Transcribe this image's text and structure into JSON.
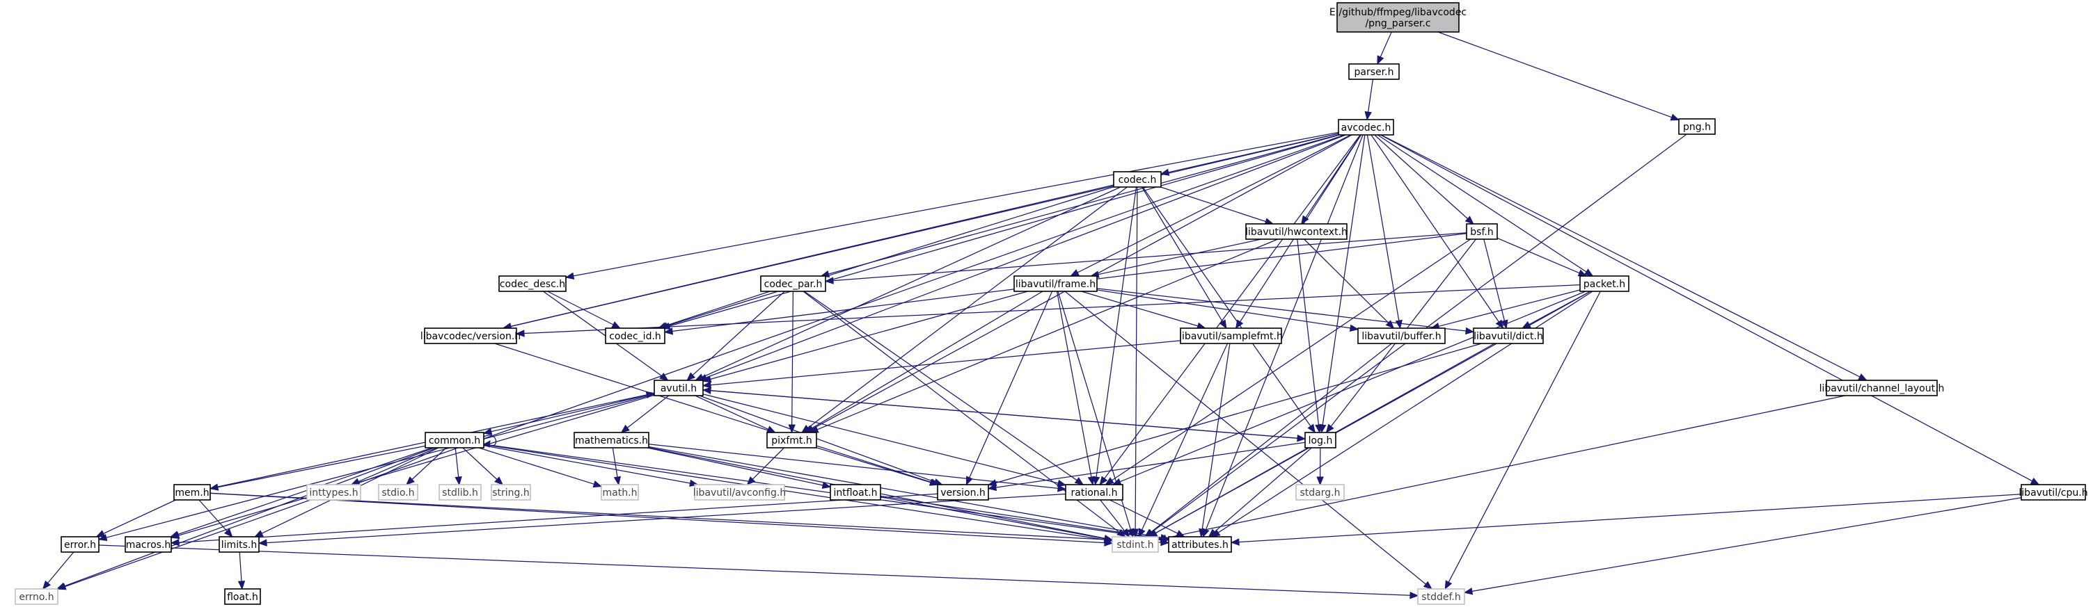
{
  "graph": {
    "title": "",
    "colors": {
      "edge": "#191970",
      "root_fill": "#bfbfbf",
      "node_fill": "#ffffff",
      "node_border": "#000000",
      "system_border": "#bfbfbf"
    },
    "nodes": {
      "root": {
        "lines": [
          "E:/github/ffmpeg/libavcodec",
          "/png_parser.c"
        ],
        "kind": "root"
      },
      "parser": {
        "lines": [
          "parser.h"
        ]
      },
      "png": {
        "lines": [
          "png.h"
        ]
      },
      "avcodec": {
        "lines": [
          "avcodec.h"
        ]
      },
      "codec": {
        "lines": [
          "codec.h"
        ]
      },
      "hwcontext": {
        "lines": [
          "libavutil/hwcontext.h"
        ]
      },
      "bsf": {
        "lines": [
          "bsf.h"
        ]
      },
      "codec_desc": {
        "lines": [
          "codec_desc.h"
        ]
      },
      "codec_par": {
        "lines": [
          "codec_par.h"
        ]
      },
      "frame": {
        "lines": [
          "libavutil/frame.h"
        ]
      },
      "packet": {
        "lines": [
          "packet.h"
        ]
      },
      "lavc_version": {
        "lines": [
          "libavcodec/version.h"
        ]
      },
      "codec_id": {
        "lines": [
          "codec_id.h"
        ]
      },
      "samplefmt": {
        "lines": [
          "libavutil/samplefmt.h"
        ]
      },
      "buffer": {
        "lines": [
          "libavutil/buffer.h"
        ]
      },
      "dict": {
        "lines": [
          "libavutil/dict.h"
        ]
      },
      "channel_layout": {
        "lines": [
          "libavutil/channel_layout.h"
        ]
      },
      "avutil": {
        "lines": [
          "avutil.h"
        ]
      },
      "common": {
        "lines": [
          "common.h"
        ]
      },
      "mathematics": {
        "lines": [
          "mathematics.h"
        ]
      },
      "pixfmt": {
        "lines": [
          "pixfmt.h"
        ]
      },
      "log": {
        "lines": [
          "log.h"
        ]
      },
      "mem": {
        "lines": [
          "mem.h"
        ]
      },
      "inttypes": {
        "lines": [
          "inttypes.h"
        ],
        "kind": "sys"
      },
      "stdio": {
        "lines": [
          "stdio.h"
        ],
        "kind": "sys"
      },
      "stdlib": {
        "lines": [
          "stdlib.h"
        ],
        "kind": "sys"
      },
      "string": {
        "lines": [
          "string.h"
        ],
        "kind": "sys"
      },
      "math": {
        "lines": [
          "math.h"
        ],
        "kind": "sys"
      },
      "avconfig": {
        "lines": [
          "libavutil/avconfig.h"
        ],
        "kind": "sys"
      },
      "intfloat": {
        "lines": [
          "intfloat.h"
        ]
      },
      "version": {
        "lines": [
          "version.h"
        ]
      },
      "rational": {
        "lines": [
          "rational.h"
        ]
      },
      "stdarg": {
        "lines": [
          "stdarg.h"
        ],
        "kind": "sys"
      },
      "cpu": {
        "lines": [
          "libavutil/cpu.h"
        ]
      },
      "error": {
        "lines": [
          "error.h"
        ]
      },
      "macros": {
        "lines": [
          "macros.h"
        ]
      },
      "limits": {
        "lines": [
          "limits.h"
        ]
      },
      "stdint": {
        "lines": [
          "stdint.h"
        ],
        "kind": "sys"
      },
      "attributes": {
        "lines": [
          "attributes.h"
        ]
      },
      "errno": {
        "lines": [
          "errno.h"
        ],
        "kind": "sys"
      },
      "float": {
        "lines": [
          "float.h"
        ]
      },
      "stddef": {
        "lines": [
          "stddef.h"
        ],
        "kind": "sys"
      }
    },
    "edges": [
      [
        "root",
        "parser"
      ],
      [
        "root",
        "png"
      ],
      [
        "parser",
        "avcodec"
      ],
      [
        "png",
        "stdint"
      ],
      [
        "avcodec",
        "codec"
      ],
      [
        "avcodec",
        "hwcontext"
      ],
      [
        "avcodec",
        "bsf"
      ],
      [
        "avcodec",
        "codec_desc"
      ],
      [
        "avcodec",
        "codec_par"
      ],
      [
        "avcodec",
        "frame"
      ],
      [
        "avcodec",
        "packet"
      ],
      [
        "avcodec",
        "lavc_version"
      ],
      [
        "avcodec",
        "codec_id"
      ],
      [
        "avcodec",
        "samplefmt"
      ],
      [
        "avcodec",
        "buffer"
      ],
      [
        "avcodec",
        "dict"
      ],
      [
        "avcodec",
        "channel_layout"
      ],
      [
        "avcodec",
        "avutil"
      ],
      [
        "avcodec",
        "pixfmt"
      ],
      [
        "avcodec",
        "log"
      ],
      [
        "avcodec",
        "rational"
      ],
      [
        "avcodec",
        "cpu"
      ],
      [
        "avcodec",
        "errno"
      ],
      [
        "avcodec",
        "attributes"
      ],
      [
        "codec",
        "hwcontext"
      ],
      [
        "codec",
        "lavc_version"
      ],
      [
        "codec",
        "codec_id"
      ],
      [
        "codec",
        "samplefmt"
      ],
      [
        "codec",
        "avutil"
      ],
      [
        "codec",
        "pixfmt"
      ],
      [
        "codec",
        "log"
      ],
      [
        "codec",
        "rational"
      ],
      [
        "codec",
        "stdint"
      ],
      [
        "hwcontext",
        "frame"
      ],
      [
        "hwcontext",
        "buffer"
      ],
      [
        "hwcontext",
        "pixfmt"
      ],
      [
        "hwcontext",
        "log"
      ],
      [
        "bsf",
        "codec_par"
      ],
      [
        "bsf",
        "packet"
      ],
      [
        "bsf",
        "codec_id"
      ],
      [
        "bsf",
        "dict"
      ],
      [
        "bsf",
        "log"
      ],
      [
        "bsf",
        "rational"
      ],
      [
        "codec_desc",
        "codec_id"
      ],
      [
        "codec_desc",
        "avutil"
      ],
      [
        "codec_par",
        "codec_id"
      ],
      [
        "codec_par",
        "avutil"
      ],
      [
        "codec_par",
        "pixfmt"
      ],
      [
        "codec_par",
        "rational"
      ],
      [
        "codec_par",
        "stdint"
      ],
      [
        "frame",
        "samplefmt"
      ],
      [
        "frame",
        "buffer"
      ],
      [
        "frame",
        "dict"
      ],
      [
        "frame",
        "avutil"
      ],
      [
        "frame",
        "pixfmt"
      ],
      [
        "frame",
        "version"
      ],
      [
        "frame",
        "rational"
      ],
      [
        "frame",
        "stdint"
      ],
      [
        "frame",
        "stddef"
      ],
      [
        "packet",
        "lavc_version"
      ],
      [
        "packet",
        "buffer"
      ],
      [
        "packet",
        "dict"
      ],
      [
        "packet",
        "rational"
      ],
      [
        "packet",
        "stdint"
      ],
      [
        "packet",
        "attributes"
      ],
      [
        "packet",
        "stddef"
      ],
      [
        "lavc_version",
        "version"
      ],
      [
        "samplefmt",
        "avutil"
      ],
      [
        "samplefmt",
        "attributes"
      ],
      [
        "samplefmt",
        "stdint"
      ],
      [
        "buffer",
        "stdint"
      ],
      [
        "dict",
        "version"
      ],
      [
        "dict",
        "stdint"
      ],
      [
        "channel_layout",
        "stdint"
      ],
      [
        "avutil",
        "common"
      ],
      [
        "avutil",
        "error"
      ],
      [
        "avutil",
        "mathematics"
      ],
      [
        "avutil",
        "pixfmt"
      ],
      [
        "avutil",
        "log"
      ],
      [
        "avutil",
        "version"
      ],
      [
        "avutil",
        "rational"
      ],
      [
        "avutil",
        "macros"
      ],
      [
        "common",
        "common"
      ],
      [
        "common",
        "mem"
      ],
      [
        "common",
        "inttypes"
      ],
      [
        "common",
        "stdio"
      ],
      [
        "common",
        "stdlib"
      ],
      [
        "common",
        "string"
      ],
      [
        "common",
        "math"
      ],
      [
        "common",
        "avconfig"
      ],
      [
        "common",
        "errno"
      ],
      [
        "common",
        "limits"
      ],
      [
        "common",
        "macros"
      ],
      [
        "common",
        "attributes"
      ],
      [
        "common",
        "stdint"
      ],
      [
        "mathematics",
        "math"
      ],
      [
        "mathematics",
        "rational"
      ],
      [
        "mathematics",
        "intfloat"
      ],
      [
        "mathematics",
        "attributes"
      ],
      [
        "mathematics",
        "stdint"
      ],
      [
        "pixfmt",
        "avconfig"
      ],
      [
        "pixfmt",
        "version"
      ],
      [
        "log",
        "avutil"
      ],
      [
        "log",
        "version"
      ],
      [
        "log",
        "stdarg"
      ],
      [
        "log",
        "attributes"
      ],
      [
        "mem",
        "error"
      ],
      [
        "mem",
        "limits"
      ],
      [
        "mem",
        "avutil"
      ],
      [
        "mem",
        "attributes"
      ],
      [
        "mem",
        "stdint"
      ],
      [
        "intfloat",
        "stdint"
      ],
      [
        "intfloat",
        "attributes"
      ],
      [
        "version",
        "macros"
      ],
      [
        "rational",
        "stdint"
      ],
      [
        "rational",
        "limits"
      ],
      [
        "rational",
        "attributes"
      ],
      [
        "cpu",
        "attributes"
      ],
      [
        "cpu",
        "stddef"
      ],
      [
        "error",
        "errno"
      ],
      [
        "error",
        "stddef"
      ],
      [
        "limits",
        "float"
      ]
    ]
  }
}
